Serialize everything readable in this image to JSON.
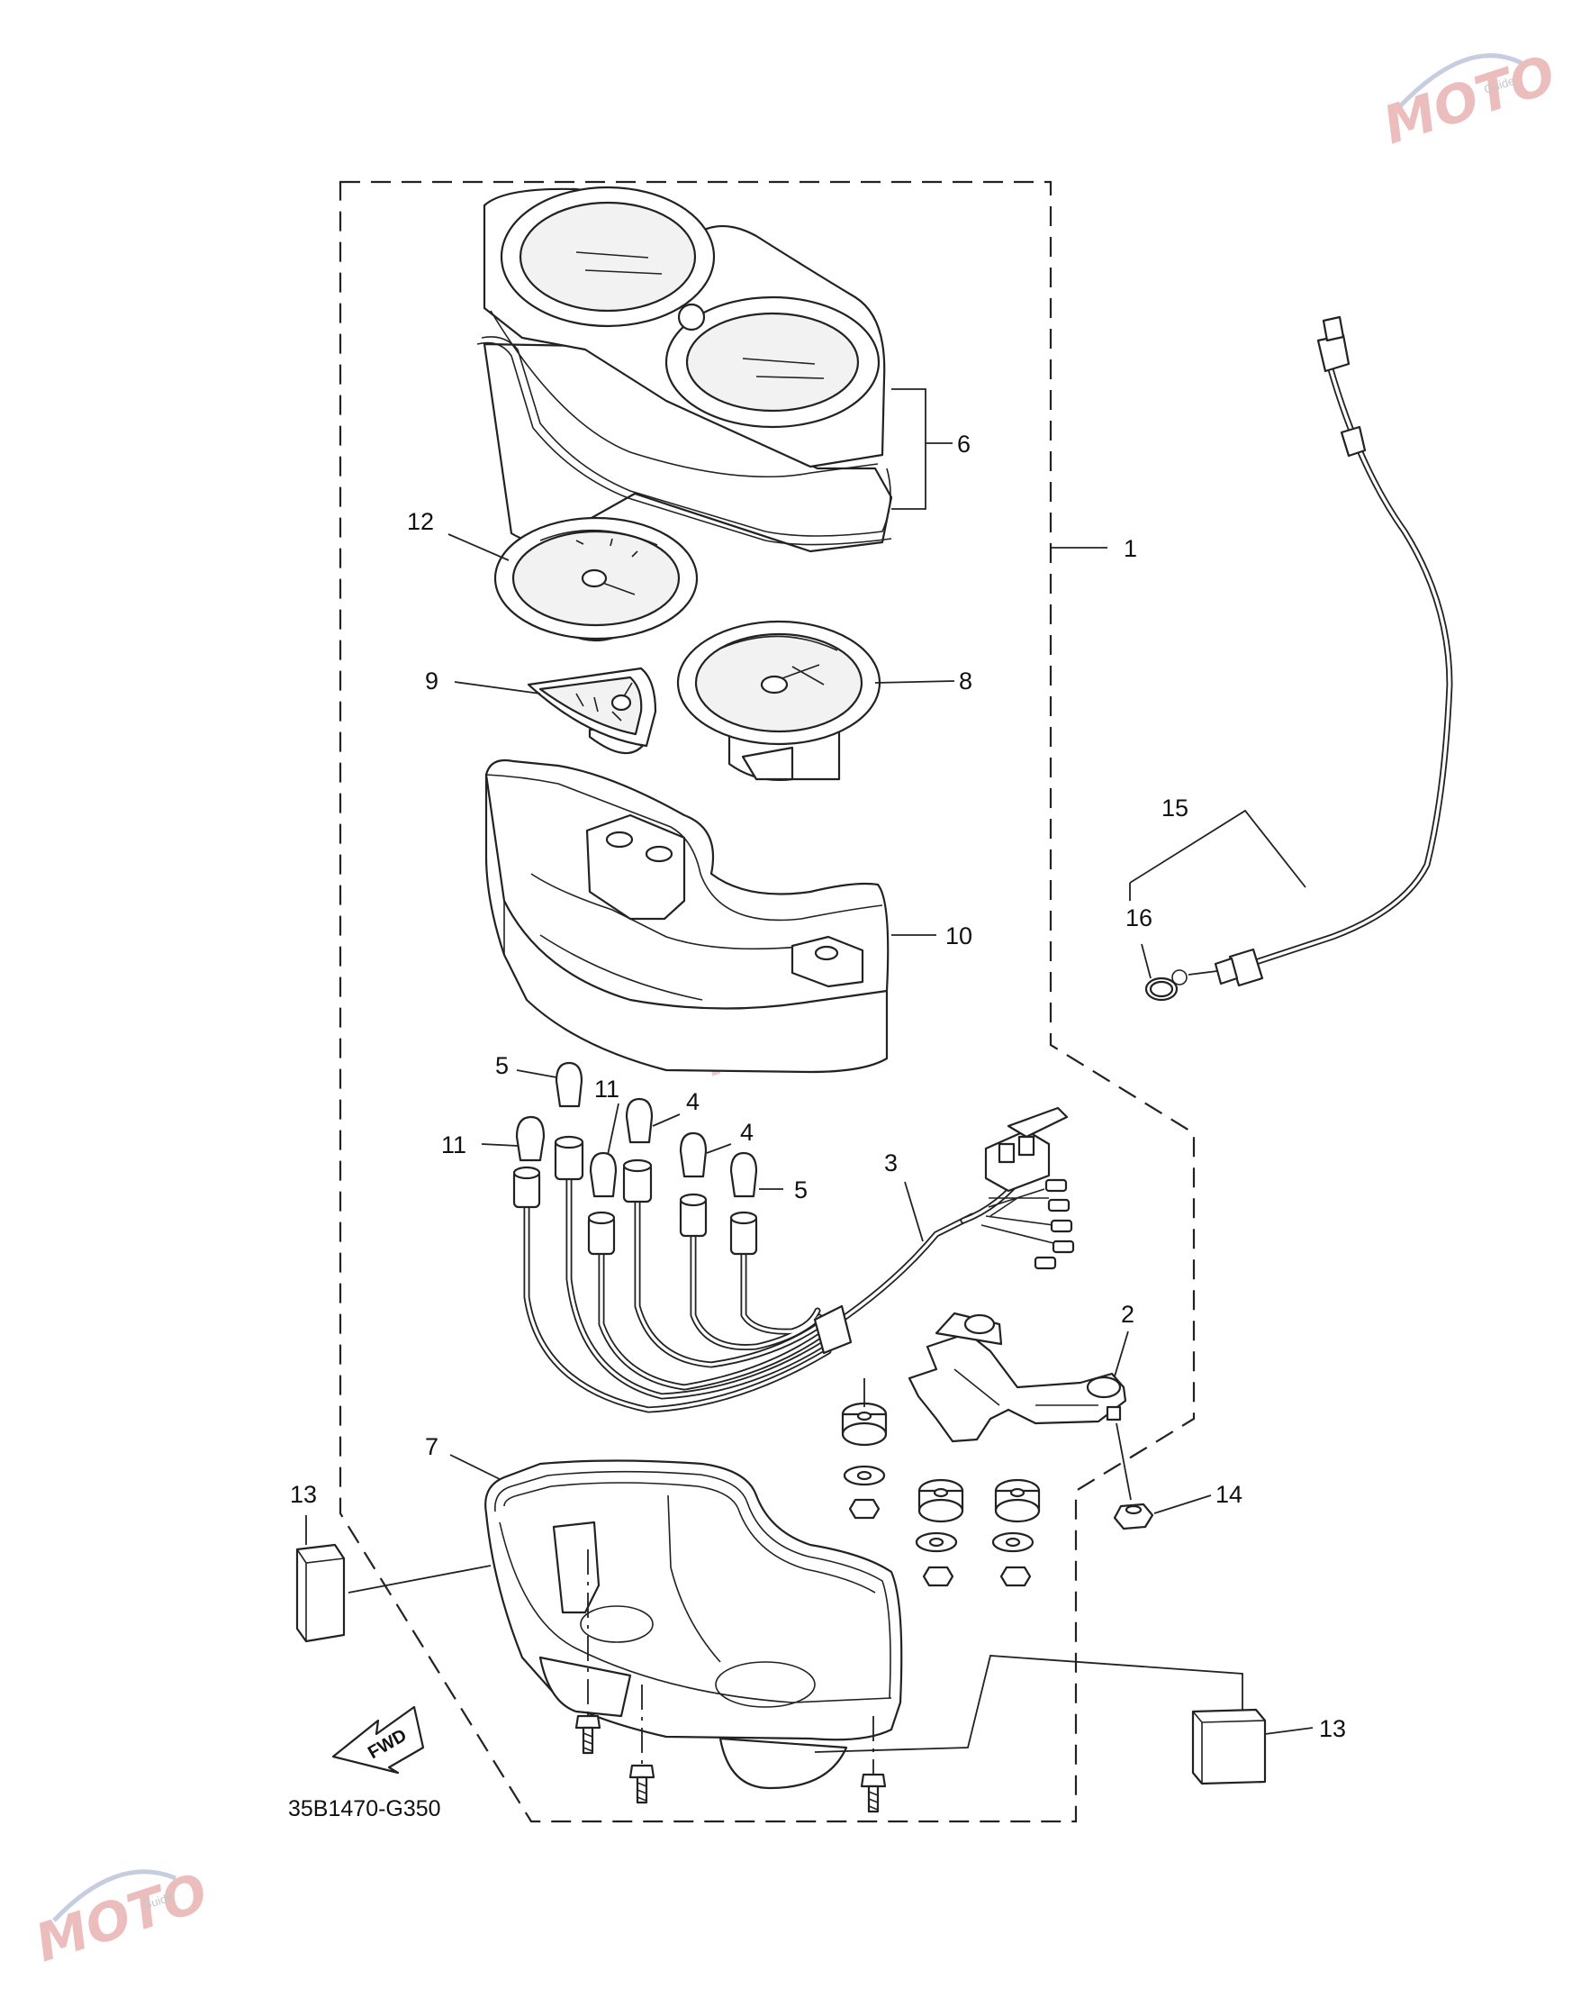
{
  "diagram": {
    "drawing_code": "35B1470-G350",
    "fwd_label": "FWD",
    "watermark_text": "MOTO",
    "watermark_small": "Guide",
    "callouts": [
      {
        "id": "c1",
        "text": "1"
      },
      {
        "id": "c2",
        "text": "2"
      },
      {
        "id": "c3",
        "text": "3"
      },
      {
        "id": "c4a",
        "text": "4"
      },
      {
        "id": "c4b",
        "text": "4"
      },
      {
        "id": "c5a",
        "text": "5"
      },
      {
        "id": "c5b",
        "text": "5"
      },
      {
        "id": "c6",
        "text": "6"
      },
      {
        "id": "c7",
        "text": "7"
      },
      {
        "id": "c8",
        "text": "8"
      },
      {
        "id": "c9",
        "text": "9"
      },
      {
        "id": "c10",
        "text": "10"
      },
      {
        "id": "c11a",
        "text": "11"
      },
      {
        "id": "c11b",
        "text": "11"
      },
      {
        "id": "c12",
        "text": "12"
      },
      {
        "id": "c13a",
        "text": "13"
      },
      {
        "id": "c13b",
        "text": "13"
      },
      {
        "id": "c14",
        "text": "14"
      },
      {
        "id": "c15",
        "text": "15"
      },
      {
        "id": "c16",
        "text": "16"
      }
    ]
  }
}
